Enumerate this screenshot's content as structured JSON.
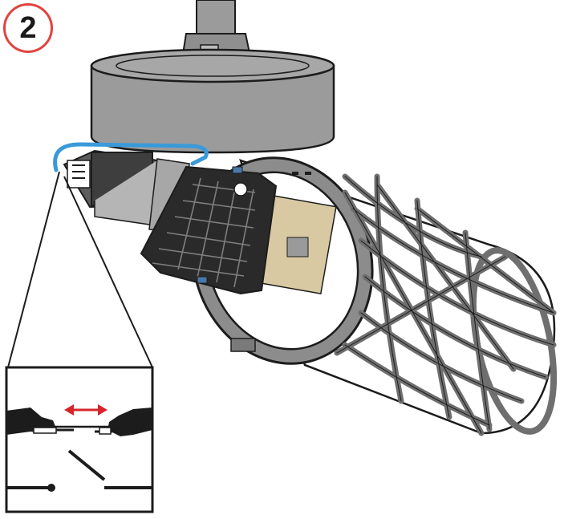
{
  "step": {
    "number": "2"
  },
  "colors": {
    "badge_ring": "#e2433d",
    "cable": "#3a9ad9",
    "arrow": "#d6262b",
    "housing": "#9b9b9b",
    "outline": "#1c1c1c",
    "heatsink": "#2a2a2a",
    "plate": "#d9c9a3"
  },
  "icons": {
    "badge": "step-number-circle",
    "arrow": "double-headed-arrow",
    "switch": "open-switch-symbol"
  }
}
